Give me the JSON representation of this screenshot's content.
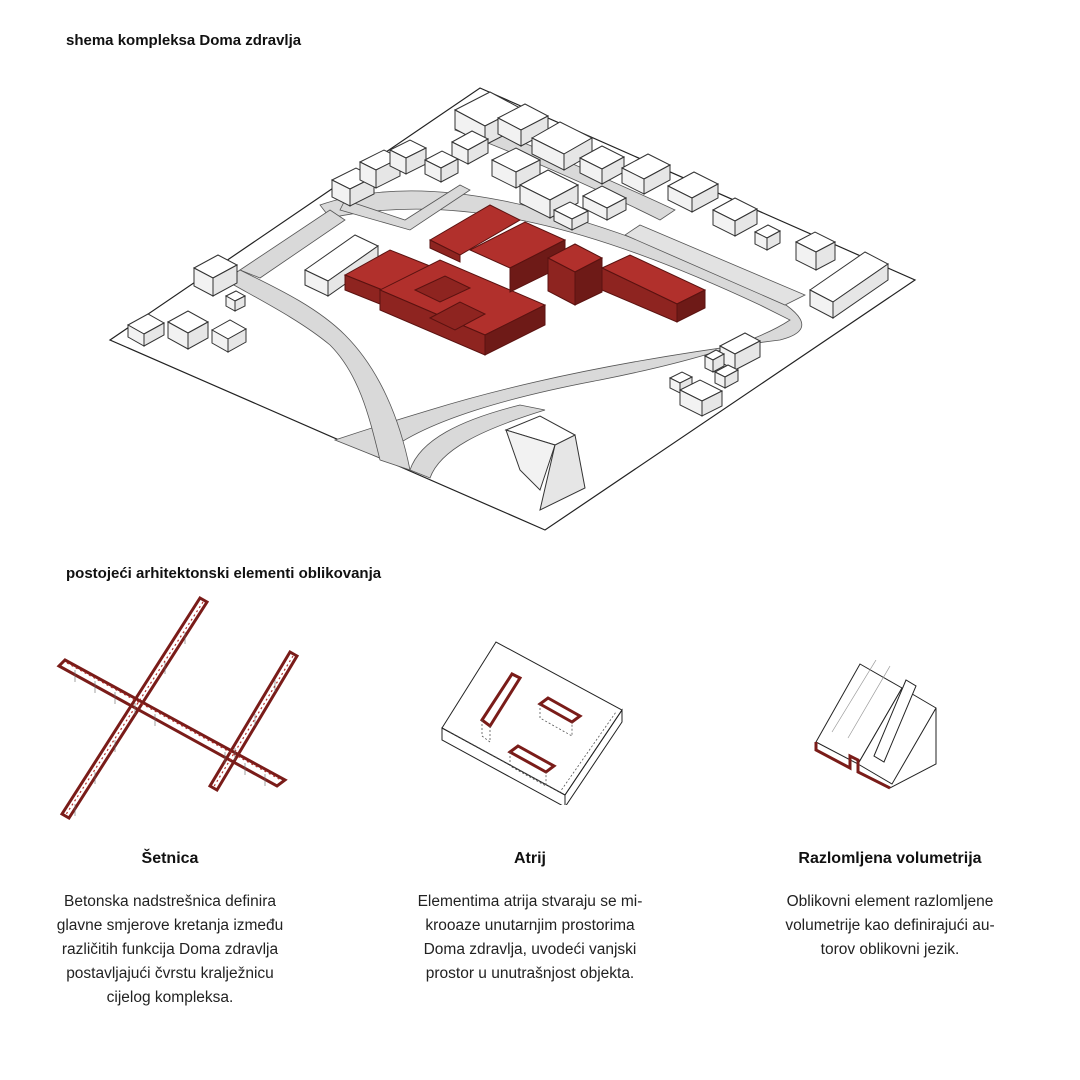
{
  "titles": {
    "complex": "shema kompleksa Doma zdravlja",
    "elements": "postojeći arhitektonski elementi oblikovanja"
  },
  "colors": {
    "accent": "#b1302c",
    "accent_dark": "#7a1c19",
    "road": "#d9d9d9",
    "shadow": "#cfcfcf"
  },
  "elements": [
    {
      "name": "Šetnica",
      "lines": [
        "Betonska nadstrešnica definira",
        "glavne smjerove kretanja između",
        "različitih funkcija Doma zdravlja",
        "postavljajući čvrstu kralježnicu",
        "cijelog kompleksa."
      ]
    },
    {
      "name": "Atrij",
      "lines": [
        "Elementima atrija stvaraju se mi-",
        "krooaze unutarnjim prostorima",
        "Doma zdravlja, uvodeći vanjski",
        "prostor u unutrašnjost objekta."
      ]
    },
    {
      "name": "Razlomljena volumetrija",
      "lines": [
        "Oblikovni element razlomljene",
        "volumetrije kao definirajući au-",
        "torov oblikovni jezik."
      ]
    }
  ]
}
